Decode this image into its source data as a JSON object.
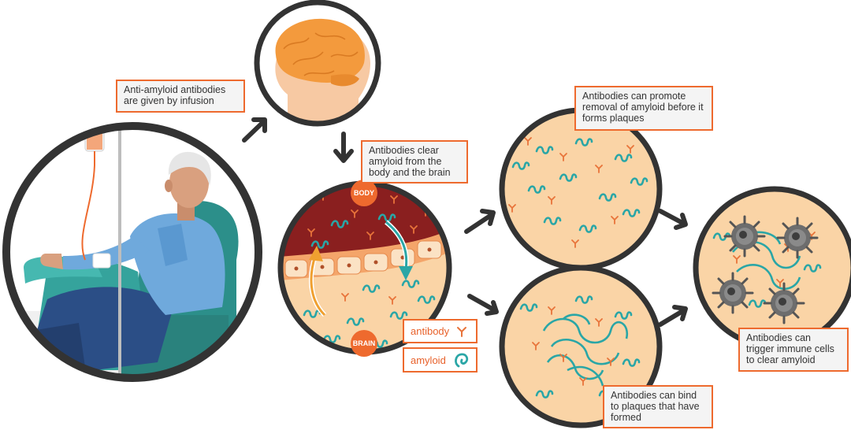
{
  "callouts": {
    "infusion": "Anti-amyloid antibodies are given by infusion",
    "clear": "Antibodies clear amyloid from the body and the brain",
    "promote": "Antibodies can promote removal of amyloid before it forms plaques",
    "bind": "Antibodies can bind to plaques that have formed",
    "trigger": "Antibodies can trigger immune cells to clear amyloid"
  },
  "badges": {
    "body": "BODY",
    "brain": "BRAIN"
  },
  "legend": {
    "antibody": "antibody",
    "amyloid": "amyloid"
  },
  "colors": {
    "accent": "#ee6a2e",
    "ring": "#333333",
    "amyloid": "#2aa6a6",
    "tissue": "#fad4a6",
    "blood": "#8a1f1f"
  }
}
